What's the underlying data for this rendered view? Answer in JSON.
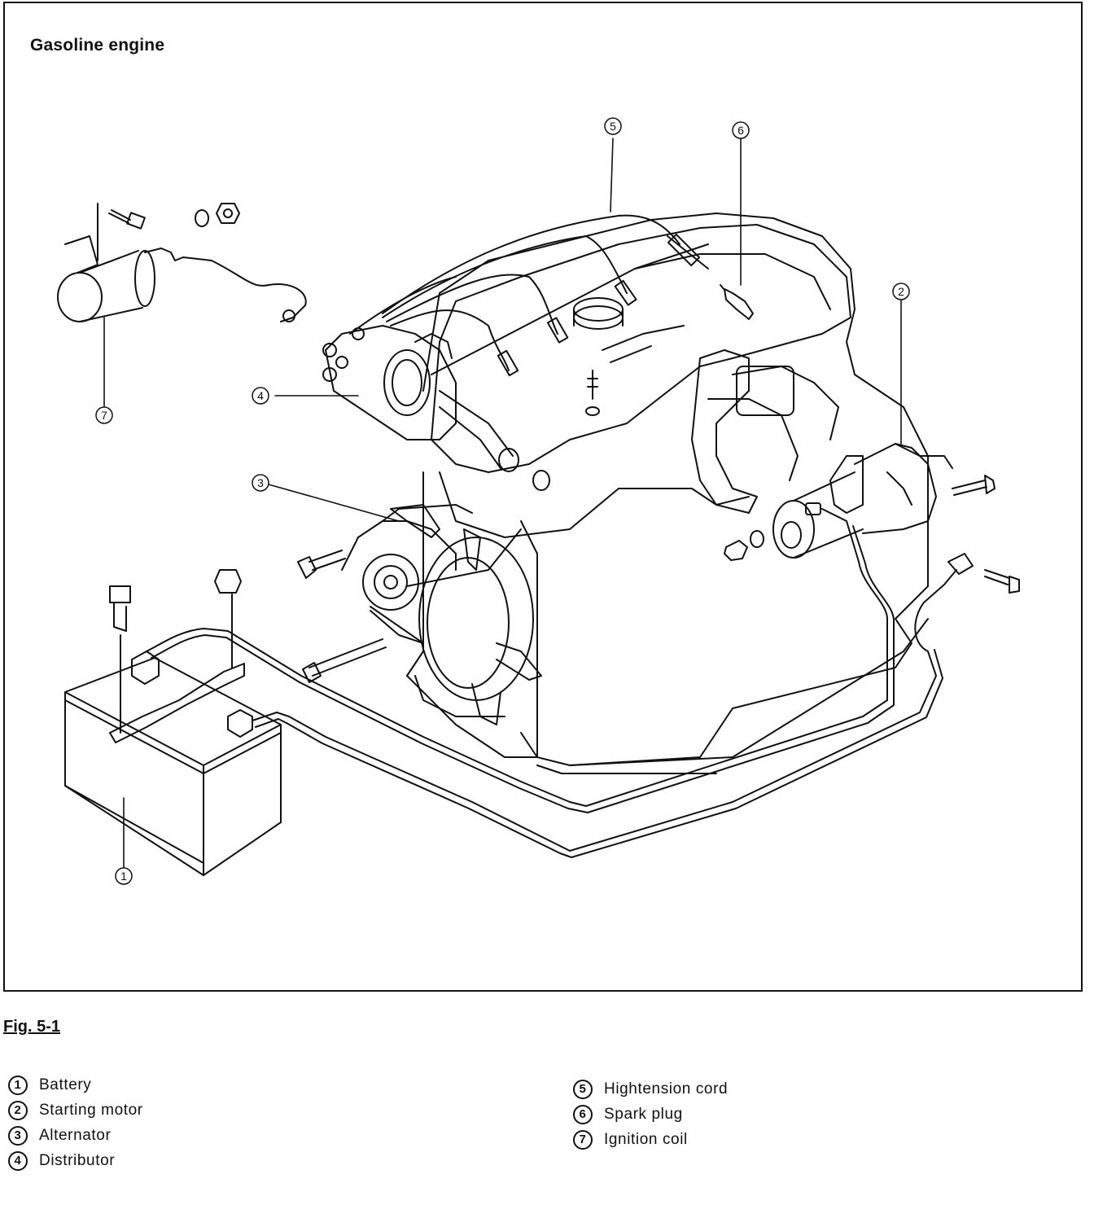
{
  "title": "Gasoline engine",
  "figure_label": "Fig. 5-1",
  "callouts": [
    {
      "num": "1",
      "label": "Battery"
    },
    {
      "num": "2",
      "label": "Starting motor"
    },
    {
      "num": "3",
      "label": "Alternator"
    },
    {
      "num": "4",
      "label": "Distributor"
    },
    {
      "num": "5",
      "label": "Hightension cord"
    },
    {
      "num": "6",
      "label": "Spark plug"
    },
    {
      "num": "7",
      "label": "Ignition coil"
    }
  ]
}
